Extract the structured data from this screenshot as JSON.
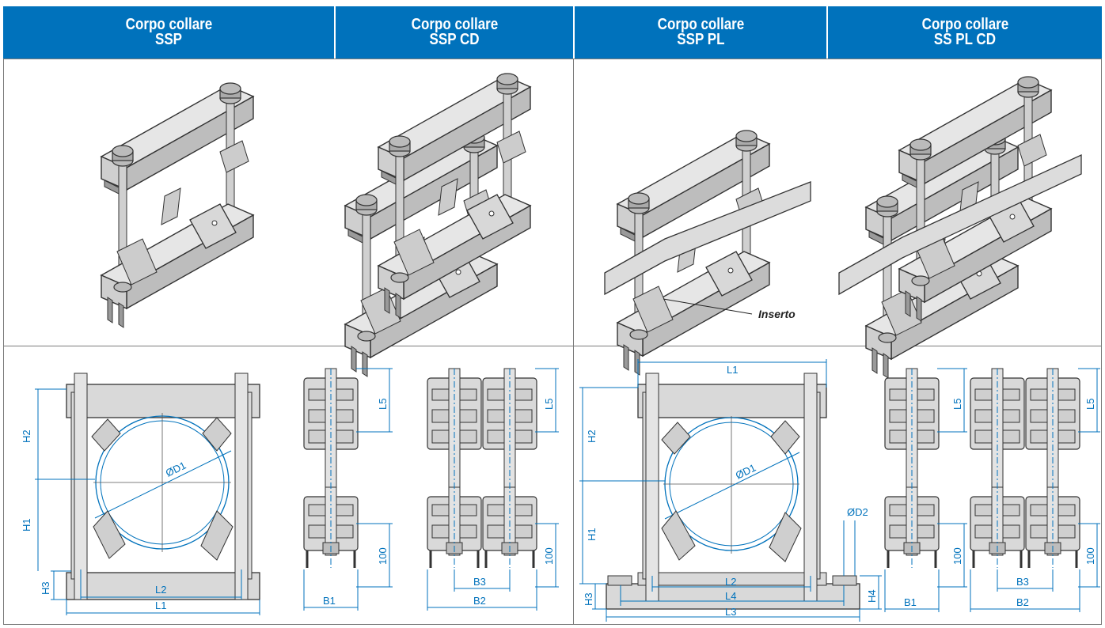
{
  "headers": [
    {
      "line1": "Corpo collare",
      "line2": "SSP"
    },
    {
      "line1": "Corpo collare",
      "line2": "SSP CD"
    },
    {
      "line1": "Corpo collare",
      "line2": "SSP PL"
    },
    {
      "line1": "Corpo collare",
      "line2": "SS PL CD"
    }
  ],
  "annotation": {
    "insert_label": "Inserto"
  },
  "dims_left": {
    "h2": "H2",
    "h1": "H1",
    "h3": "H3",
    "d1": "ØD1",
    "l2": "L2",
    "l1": "L1",
    "l5": "L5",
    "v100": "100",
    "b1": "B1",
    "b3": "B3",
    "b2": "B2",
    "l5b": "L5",
    "v100b": "100"
  },
  "dims_right": {
    "l1": "L1",
    "h2": "H2",
    "h1": "H1",
    "h3": "H3",
    "h4": "H4",
    "d1": "ØD1",
    "d2": "ØD2",
    "l2": "L2",
    "l4": "L4",
    "l3": "L3",
    "l5": "L5",
    "v100": "100",
    "b1": "B1",
    "b3": "B3",
    "b2": "B2",
    "l5b": "L5",
    "v100b": "100"
  },
  "colors": {
    "header_bg": "#0072bc",
    "dimension": "#0072bc",
    "part_fill": "#d9d9d9",
    "part_stroke": "#333333"
  }
}
